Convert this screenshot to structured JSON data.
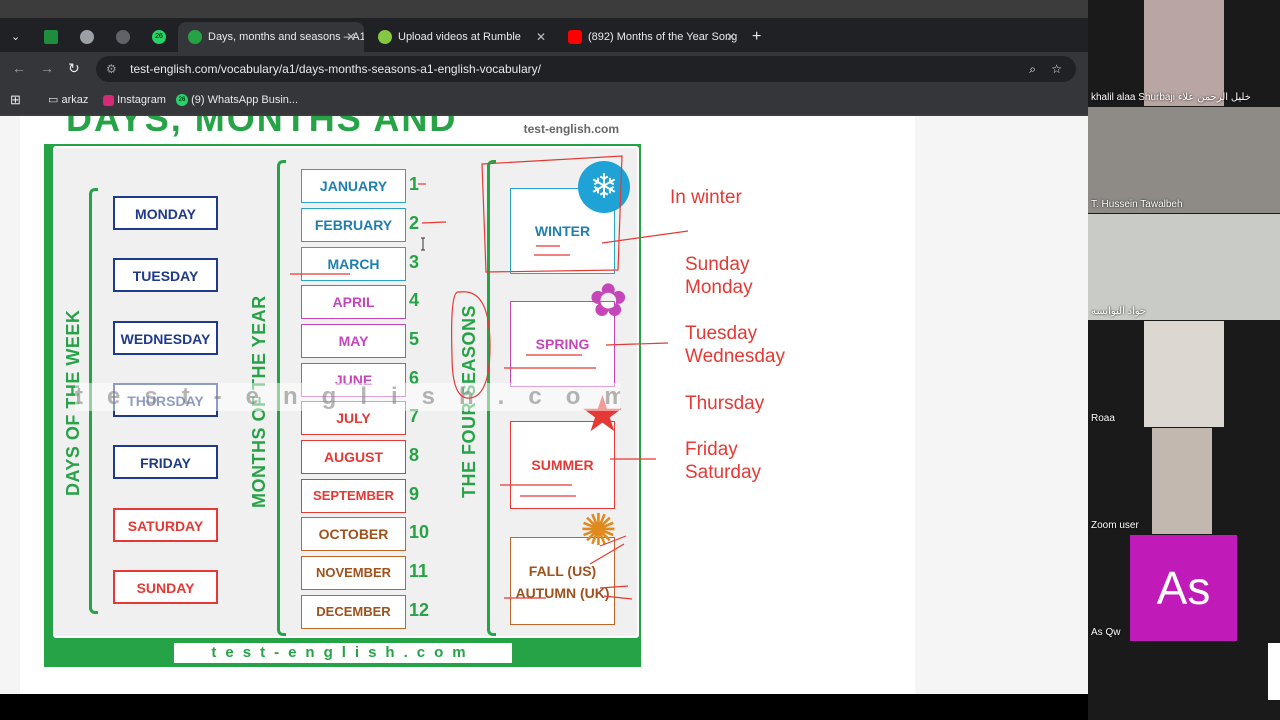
{
  "browser": {
    "tabs": [
      {
        "label": ""
      },
      {
        "label": ""
      },
      {
        "label": ""
      },
      {
        "label": "26"
      },
      {
        "label": "Days, months and seasons – A1"
      },
      {
        "label": "Upload videos at Rumble"
      },
      {
        "label": "(892) Months of the Year Song"
      }
    ],
    "url": "test-english.com/vocabulary/a1/days-months-seasons-a1-english-vocabulary/",
    "bookmarks": [
      "arkaz",
      "Instagram",
      "(9) WhatsApp Busin..."
    ],
    "bookmark_badge": "26"
  },
  "poster": {
    "title": "DAYS, MONTHS AND SEASONS",
    "brand_top": "test-english.com",
    "brand_bottom": "test-english.com",
    "watermark": "test-english.com",
    "days_label": "DAYS OF THE WEEK",
    "months_label": "MONTHS OF THE YEAR",
    "seasons_label": "THE FOUR SEASONS",
    "days": [
      "MONDAY",
      "TUESDAY",
      "WEDNESDAY",
      "THURSDAY",
      "FRIDAY",
      "SATURDAY",
      "SUNDAY"
    ],
    "months": [
      "JANUARY",
      "FEBRUARY",
      "MARCH",
      "APRIL",
      "MAY",
      "JUNE",
      "JULY",
      "AUGUST",
      "SEPTEMBER",
      "OCTOBER",
      "NOVEMBER",
      "DECEMBER"
    ],
    "month_numbers": [
      "1",
      "2",
      "3",
      "4",
      "5",
      "6",
      "7",
      "8",
      "9",
      "10",
      "11",
      "12"
    ],
    "seasons": [
      "WINTER",
      "SPRING",
      "SUMMER",
      "FALL (US)",
      "AUTUMN (UK)"
    ]
  },
  "annotations": {
    "in_winter": "In winter",
    "sunday": "Sunday",
    "monday": "Monday",
    "tuesday": "Tuesday",
    "wednesday": "Wednesday",
    "thursday": "Thursday",
    "friday": "Friday",
    "saturday": "Saturday"
  },
  "participants": [
    {
      "name": "khalil alaa Shurbaji خليل الرحمن علاء"
    },
    {
      "name": "T. Hussein Tawalbeh"
    },
    {
      "name": "جواد النوايسه"
    },
    {
      "name": "Roaa"
    },
    {
      "name": "Zoom user"
    },
    {
      "name": "As Qw",
      "initials": "As"
    }
  ],
  "colors": {
    "green": "#26a346",
    "red": "#e53935",
    "navy": "#1f3a8a",
    "avatar": "#c01bb8"
  }
}
